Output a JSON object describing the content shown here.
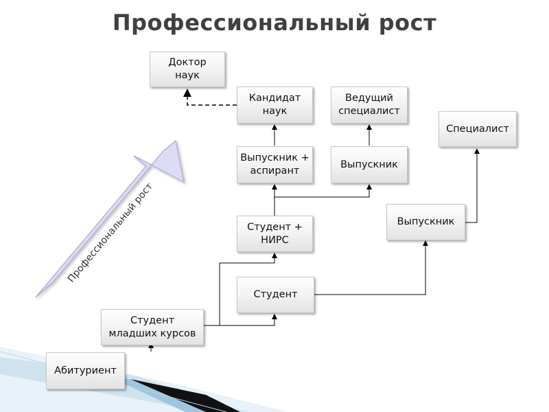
{
  "title": "Профессиональный рост",
  "arrow_label": "Профессиональный рост",
  "colors": {
    "arrow_fill": "#dcdcf4",
    "arrow_stroke": "#b4b4d8",
    "line": "#000000"
  },
  "nodes": {
    "doctor": "Доктор\nнаук",
    "candidate": "Кандидат\nнаук",
    "leading_specialist": "Ведущий\nспециалист",
    "specialist": "Специалист",
    "graduate_aspirant": "Выпускник +\nаспирант",
    "graduate_mid": "Выпускник",
    "graduate_right": "Выпускник",
    "student_nirs": "Студент +\nНИРС",
    "student": "Студент",
    "junior_student": "Студент\nмладших курсов",
    "applicant": "Абитуриент"
  }
}
